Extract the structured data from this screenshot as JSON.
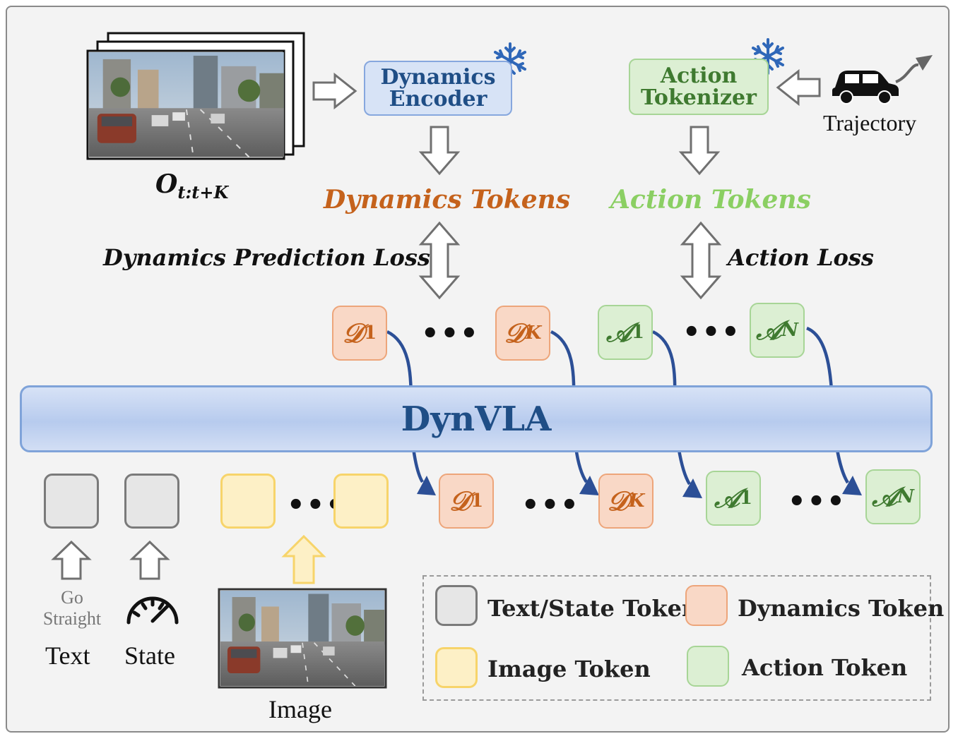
{
  "encoder": {
    "line1": "Dynamics",
    "line2": "Encoder"
  },
  "tokenizer": {
    "line1": "Action",
    "line2": "Tokenizer"
  },
  "trajectory_label": "Trajectory",
  "obs_label": {
    "main": "O",
    "sub": "t:t+K"
  },
  "dynamics_tokens_label": "Dynamics Tokens",
  "action_tokens_label": "Action Tokens",
  "dynamics_loss_label": "Dynamics Prediction Loss",
  "action_loss_label": "Action Loss",
  "model_name": "DynVLA",
  "tokens": {
    "d_sym": "𝒟",
    "a_sym": "𝒜",
    "sub_1": "1",
    "sub_k": "K",
    "sub_n": "N",
    "dots": "•••"
  },
  "inputs": {
    "text_cmd_line1": "Go",
    "text_cmd_line2": "Straight",
    "text_caption": "Text",
    "state_caption": "State",
    "image_caption": "Image"
  },
  "legend": {
    "text_state": "Text/State Token",
    "dynamics": "Dynamics Token",
    "image": "Image Token",
    "action": "Action Token"
  },
  "colors": {
    "dynamics": "#c5621c",
    "action": "#8bcf63",
    "model": "#1f4e86",
    "flow_arrow": "#2c4f96"
  }
}
